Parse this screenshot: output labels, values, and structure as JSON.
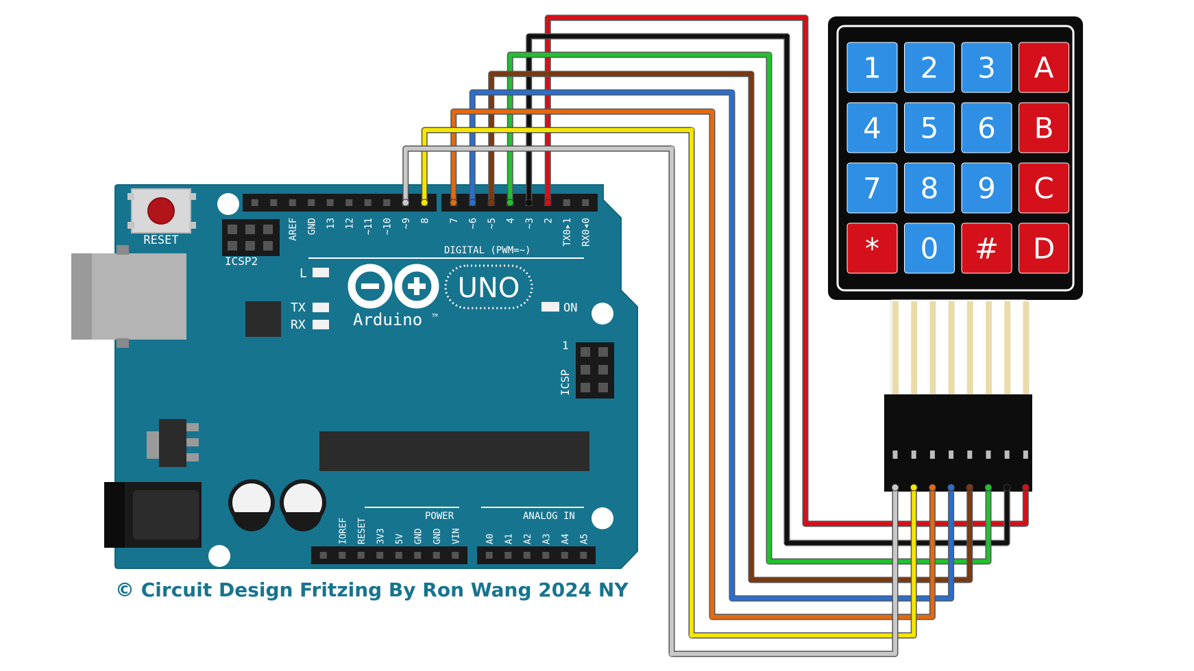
{
  "board": {
    "reset_label": "RESET",
    "icsp2_label": "ICSP2",
    "icsp_label": "ICSP",
    "icsp_pin1": "1",
    "digital_label": "DIGITAL (PWM=~)",
    "led_l": "L",
    "led_tx": "TX",
    "led_rx": "RX",
    "led_on": "ON",
    "brand": "Arduino",
    "tm": "TM",
    "model": "UNO",
    "power_label": "POWER",
    "analog_label": "ANALOG IN",
    "digital_pins": [
      "AREF",
      "GND",
      "13",
      "12",
      "~11",
      "~10",
      "~9",
      "8",
      "7",
      "~6",
      "~5",
      "4",
      "~3",
      "2",
      "TX0▸1",
      "RX0◂0"
    ],
    "power_pins": [
      "IOREF",
      "RESET",
      "3V3",
      "5V",
      "GND",
      "GND",
      "VIN"
    ],
    "analog_pins": [
      "A0",
      "A1",
      "A2",
      "A3",
      "A4",
      "A5"
    ],
    "colors": {
      "pcb": "#17748f",
      "pcb_edge": "#0e6680",
      "silk": "#ffffff"
    }
  },
  "keypad": {
    "keys": [
      {
        "label": "1",
        "color": "#2f8fe4"
      },
      {
        "label": "2",
        "color": "#2f8fe4"
      },
      {
        "label": "3",
        "color": "#2f8fe4"
      },
      {
        "label": "A",
        "color": "#d4111b"
      },
      {
        "label": "4",
        "color": "#2f8fe4"
      },
      {
        "label": "5",
        "color": "#2f8fe4"
      },
      {
        "label": "6",
        "color": "#2f8fe4"
      },
      {
        "label": "B",
        "color": "#d4111b"
      },
      {
        "label": "7",
        "color": "#2f8fe4"
      },
      {
        "label": "8",
        "color": "#2f8fe4"
      },
      {
        "label": "9",
        "color": "#2f8fe4"
      },
      {
        "label": "C",
        "color": "#d4111b"
      },
      {
        "label": "*",
        "color": "#d4111b"
      },
      {
        "label": "0",
        "color": "#2f8fe4"
      },
      {
        "label": "#",
        "color": "#d4111b"
      },
      {
        "label": "D",
        "color": "#d4111b"
      }
    ]
  },
  "wires": [
    {
      "color": "#d4111b",
      "arduino_pin": "2",
      "keypad_pin": 8
    },
    {
      "color": "#111111",
      "arduino_pin": "~3",
      "keypad_pin": 7
    },
    {
      "color": "#22c030",
      "arduino_pin": "4",
      "keypad_pin": 6
    },
    {
      "color": "#7a3b12",
      "arduino_pin": "~5",
      "keypad_pin": 5
    },
    {
      "color": "#2a6fd0",
      "arduino_pin": "~6",
      "keypad_pin": 4
    },
    {
      "color": "#e26a12",
      "arduino_pin": "7",
      "keypad_pin": 3
    },
    {
      "color": "#f5e600",
      "arduino_pin": "8",
      "keypad_pin": 2
    },
    {
      "color": "#c8c8c8",
      "arduino_pin": "~9",
      "keypad_pin": 1
    }
  ],
  "credit": "© Circuit Design Fritzing By Ron Wang 2024 NY"
}
